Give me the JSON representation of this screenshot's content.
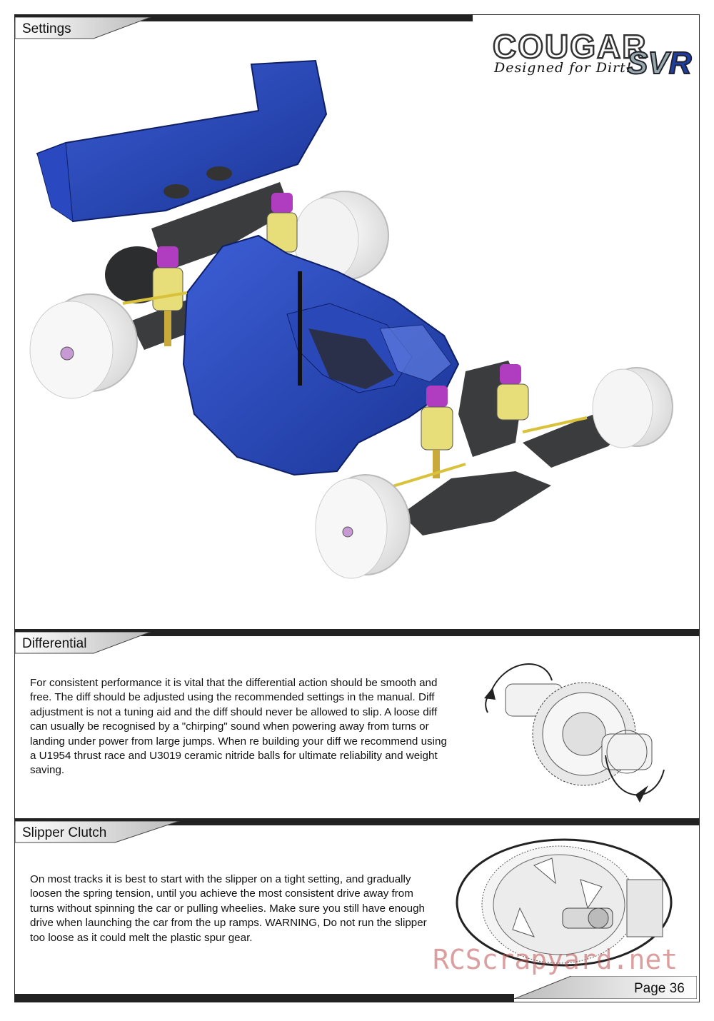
{
  "header": {
    "section_title": "Settings"
  },
  "logo": {
    "brand": "COUGAR",
    "model_prefix": "SV",
    "model_suffix": "R",
    "tagline": "Designed for Dirt!"
  },
  "differential": {
    "title": "Differential",
    "body": "For consistent performance it is vital that the differential action should be smooth and free. The diff should be adjusted using the recommended settings in the manual. Diff adjustment is not a tuning aid and the diff should never be allowed to slip. A loose diff can usually be recognised by a \"chirping\" sound when powering away from turns or landing under power from large jumps. When re building your diff we recommend using a U1954 thrust race and U3019 ceramic nitride balls for ultimate reliability and weight saving."
  },
  "slipper": {
    "title": "Slipper Clutch",
    "body": "On most tracks it is best to start with the slipper on a tight setting, and gradually loosen the spring tension, until you achieve the most consistent drive away from turns without spinning the car or pulling wheelies. Make sure you still have enough drive when launching the car from the up ramps. WARNING, Do not run the slipper too loose as it could melt the plastic spur gear."
  },
  "watermark": "RCScrapyard.net",
  "footer": {
    "page": "Page 36"
  },
  "colors": {
    "body_blue": "#1f3fa8",
    "shock_purple": "#b03cc0",
    "spring_yellow": "#e7de7a",
    "chassis": "#3a3c3e"
  }
}
